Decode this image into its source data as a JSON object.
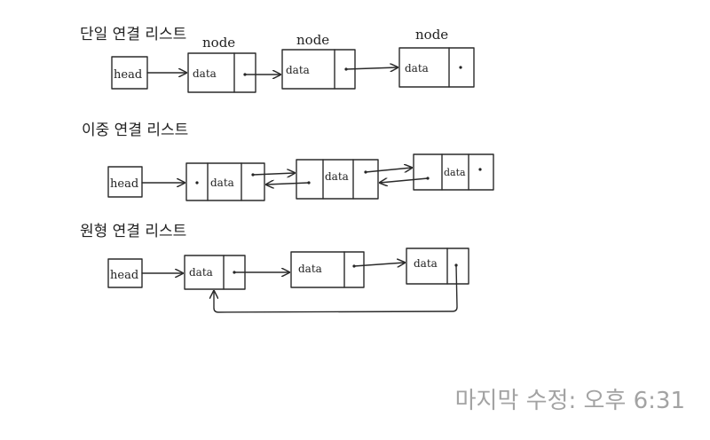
{
  "sections": [
    {
      "title": "단일 연결 리스트",
      "head_label": "head",
      "nodes": [
        {
          "label": "node",
          "data": "data"
        },
        {
          "label": "node",
          "data": "data"
        },
        {
          "label": "node",
          "data": "data"
        }
      ]
    },
    {
      "title": "이중 연결 리스트",
      "head_label": "head",
      "nodes": [
        {
          "data": "data"
        },
        {
          "data": "data"
        },
        {
          "data": "data"
        }
      ]
    },
    {
      "title": "원형 연결 리스트",
      "head_label": "head",
      "nodes": [
        {
          "data": "data"
        },
        {
          "data": "data"
        },
        {
          "data": "data"
        }
      ]
    }
  ],
  "footer": {
    "last_modified": "마지막 수정: 오후 6:31"
  },
  "colors": {
    "ink": "#2a2a2a",
    "footer_text": "#a3a3a3"
  }
}
